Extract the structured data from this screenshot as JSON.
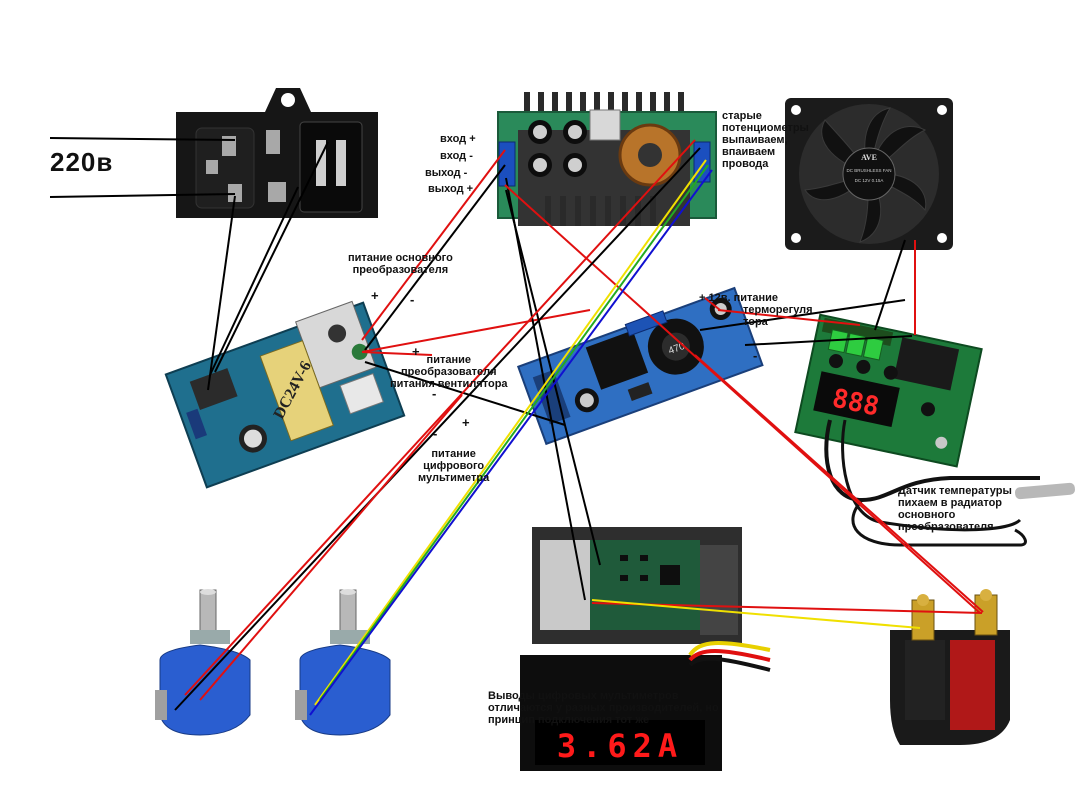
{
  "labels": {
    "mains": "220в",
    "buck_in_plus": "вход +",
    "buck_in_minus": "вход -",
    "buck_out_minus": "выход -",
    "buck_out_plus": "выход +",
    "old_pots": [
      "старые",
      "потенциометры",
      "выпаиваем,",
      "впаиваем",
      "провода"
    ],
    "main_conv_power": [
      "питание основного",
      "преобразователя"
    ],
    "fan_conv_power": [
      "питание",
      "преобразователя",
      "питания вентилятора"
    ],
    "thermo_power": [
      "+ 12в. питание",
      "терморегуля",
      "тора"
    ],
    "meter_power": [
      "питание",
      "цифрового",
      "мультиметра"
    ],
    "temp_sensor": [
      "Датчик температуры",
      "пихаем в радиатор",
      "основного",
      "преобразователя"
    ],
    "meter_note": [
      "Выводы цифровых мультиметров",
      "отличаются у разных производителей, но",
      "принцип подключения тот же"
    ],
    "plus": "+",
    "minus": "-"
  },
  "devices": {
    "psu_marking": "DC24V-6",
    "fan_brand": "AVE",
    "fan_text": "DC BRUSHLESS FAN",
    "fan_rating": "DC 12V 0.15A",
    "inductor_marking": "470",
    "meter_reading": "3.62A",
    "thermo_reading": "888"
  },
  "wire_colors": {
    "red": "#e01010",
    "black": "#000000",
    "yellow": "#f0e000",
    "green": "#22aa22",
    "blue": "#1010d0"
  }
}
